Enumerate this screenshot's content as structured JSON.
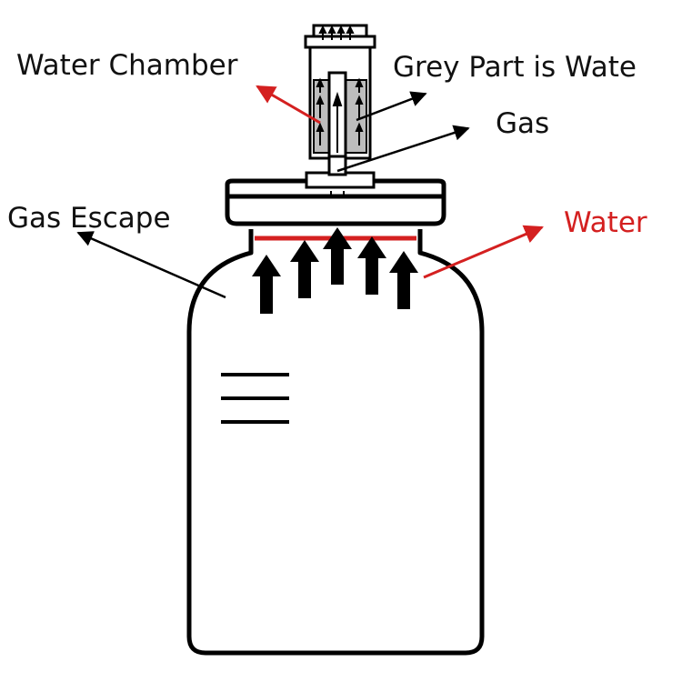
{
  "labels": {
    "water_chamber": "Water Chamber",
    "grey_part": "Grey Part is Wate",
    "gas": "Gas",
    "gas_escape": "Gas Escape",
    "water": "Water"
  },
  "colors": {
    "outline": "#000000",
    "grey_water": "#bdbdbd",
    "red_accent": "#d42020",
    "background": "#ffffff"
  }
}
